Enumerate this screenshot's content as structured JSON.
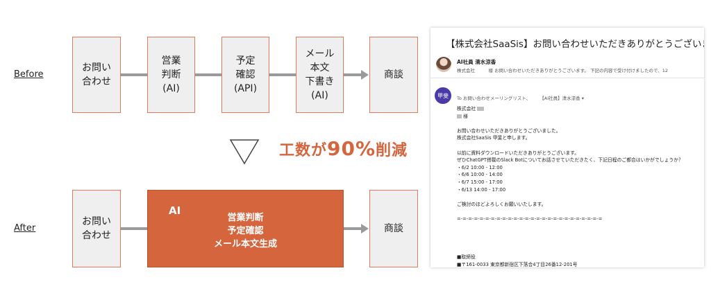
{
  "before": {
    "label": "Before",
    "steps": [
      "お問い\n合わせ",
      "営業\n判断\n(AI)",
      "予定\n確認\n(API)",
      "メール\n本文\n下書き\n(AI)",
      "商談"
    ]
  },
  "reduction": {
    "prefix": "工数が",
    "value": "90%",
    "suffix": "削減"
  },
  "after": {
    "label": "After",
    "start": "お問い\n合わせ",
    "ai_label": "AI",
    "ai_text": "営業判断\n予定確認\nメール本文生成",
    "end": "商談"
  },
  "email": {
    "subject": "【株式会社SaaSis】お問い合わせいただきありがとうございます",
    "sender_name": "AI社員 清水涼香",
    "preview": "株式会社　　　様 お問い合わせいただきありがとうございます。 下記の内容で受け付けましたので、12",
    "avatar2_text": "甲斐",
    "to_line": "To お問い合わせメーリングリスト、　　　【AI社員】清水涼香 ▾",
    "company_line": "株式会社",
    "honorific": "様",
    "thanks": "お問い合わせいただきありがとうございました。",
    "intro": "株式会社SaaSis 甲斐と申します。",
    "line_a": "以前に資料ダウンロードいただきありがとうございます。",
    "line_b": "ぜひChatGPT搭載のSlack Botについてお話させていただきたく、下記日程のご都合はいかがでしょうか？",
    "slots": [
      "・6/2 10:00 - 12:00",
      "・6/6 10:00 - 14:00",
      "・6/7 15:00 - 17:00",
      "・6/13 14:00 - 17:00"
    ],
    "closing": "ご検討のほどよろしくお願いいたします。",
    "divider": "=-=-=-=-=-=-=-=-=-=-=-=-=-=-=-=-=-=-=-=-=-=-=-=-=-=",
    "sig_title": "■取締役",
    "sig_addr": "■〒161-0033 東京都新宿区下落合4丁目26番12-201号"
  },
  "colors": {
    "accent": "#d4653d",
    "box_fill": "#efefef",
    "box_border": "#e07a5a",
    "connector": "#9a9a9a",
    "avatar2": "#4a3aa8"
  }
}
